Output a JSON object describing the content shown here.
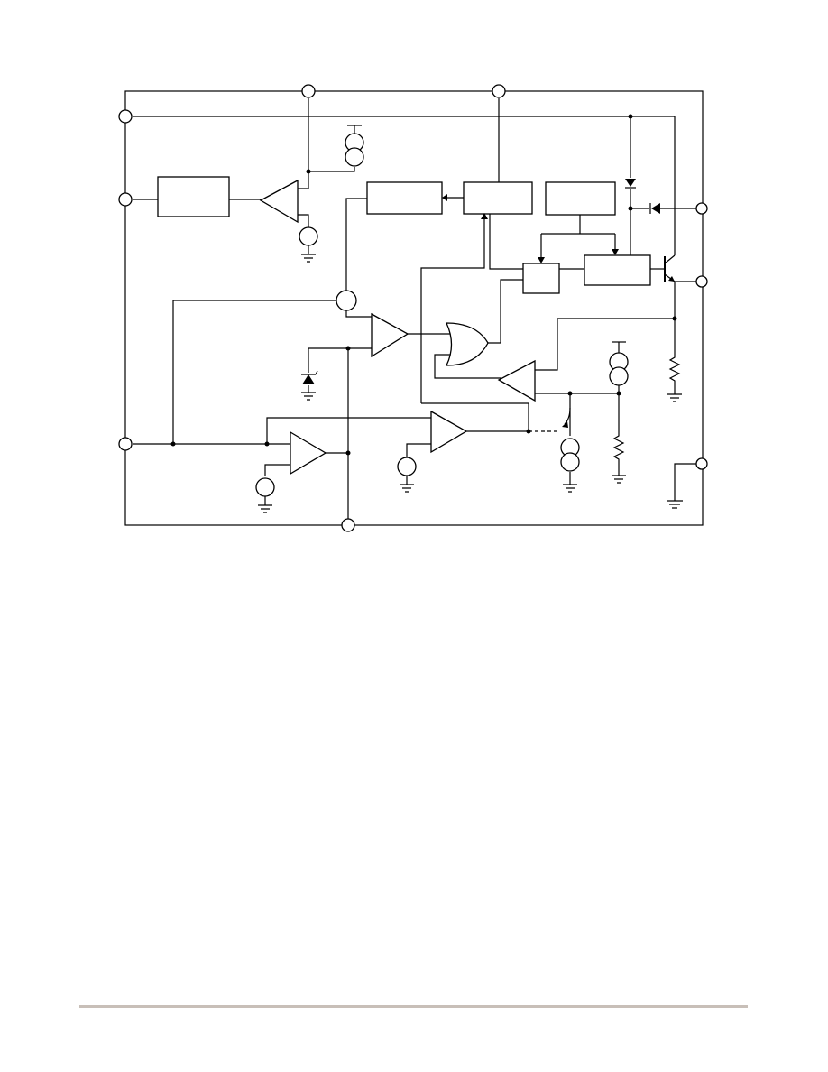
{
  "diagram": {
    "type": "block-diagram",
    "text_labels": [],
    "colors": {
      "line": "#000000",
      "background": "#ffffff",
      "footer_rule": "#c8bfb8"
    },
    "components": [
      "external-pin",
      "function-block",
      "amplifier",
      "comparator",
      "or-gate",
      "current-source",
      "reference-source",
      "zener-diode",
      "diode",
      "npn-transistor",
      "resistor",
      "ground"
    ]
  }
}
